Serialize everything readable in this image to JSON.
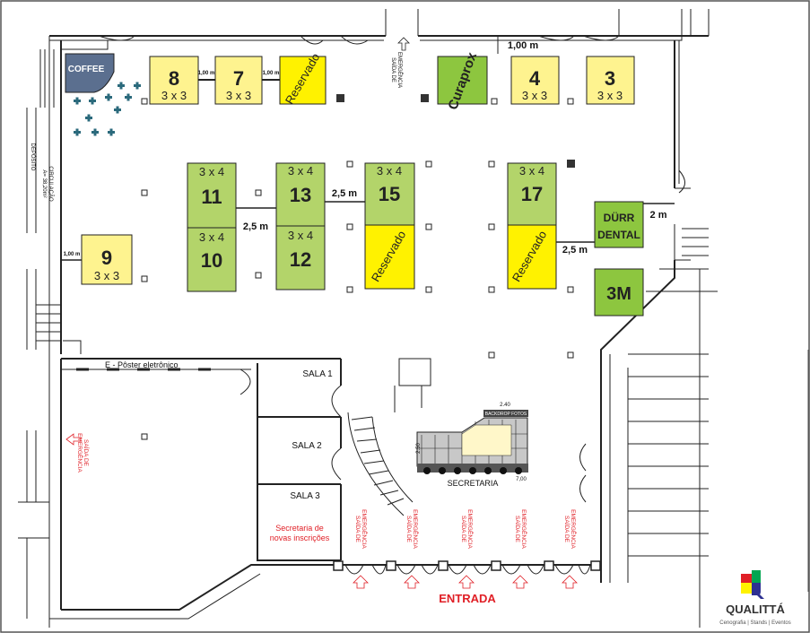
{
  "colors": {
    "yellow_light": "#fef38f",
    "yellow": "#fff200",
    "green_light": "#b3d46a",
    "green": "#8dc63f",
    "coffee": "#5b6f8f",
    "red": "#e01f26"
  },
  "booths": [
    {
      "id": "b8",
      "number": "8",
      "size": "3 x 3"
    },
    {
      "id": "b7",
      "number": "7",
      "size": "3 x 3"
    },
    {
      "id": "b4",
      "number": "4",
      "size": "3 x 3"
    },
    {
      "id": "b3",
      "number": "3",
      "size": "3 x 3"
    },
    {
      "id": "b9",
      "number": "9",
      "size": "3 x 3"
    },
    {
      "id": "b11",
      "number": "11",
      "size": "3 x 4"
    },
    {
      "id": "b10",
      "number": "10",
      "size": "3 x 4"
    },
    {
      "id": "b13",
      "number": "13",
      "size": "3 x 4"
    },
    {
      "id": "b12",
      "number": "12",
      "size": "3 x 4"
    },
    {
      "id": "b15",
      "number": "15",
      "size": "3 x 4"
    },
    {
      "id": "b17",
      "number": "17",
      "size": "3 x 4"
    }
  ],
  "named_booths": {
    "reservado": "Reservado",
    "curaprox": "Curaprox",
    "durr_line1": "DÜRR",
    "durr_line2": "DENTAL",
    "threem": "3M",
    "coffee": "COFFEE"
  },
  "dimensions": {
    "gap_100": "1,00 m",
    "gap_100_top": "1,00 m",
    "gap_25_a": "2,5 m",
    "gap_25_b": "2,5 m",
    "gap_25_c": "2,5 m",
    "gap_2": "2 m"
  },
  "rooms": {
    "sala1": "SALA 1",
    "sala2": "SALA 2",
    "sala3": "SALA 3",
    "secretaria": "SECRETARIA",
    "secretaria_inscricoes_1": "Secretaria de",
    "secretaria_inscricoes_2": "novas inscrições",
    "poster": "E - Pôster eletrônico",
    "entrada": "ENTRADA",
    "backdrop": "BACKDROP FOTOS"
  },
  "exits": {
    "top_line1": "SAÍDA DE",
    "top_line2": "EMERGÊNCIA",
    "side_line1": "SAÍDA DE",
    "side_line2": "EMERGÊNCIA",
    "bottom_line1": "SAÍDA DE",
    "bottom_line2": "EMERGÊNCIA"
  },
  "notes": {
    "circ1": "CIRCULAÇÃO",
    "circ2": "A= 38,20m²",
    "deposito": "DEPÓSITO",
    "n250": "2.50",
    "n700": "7,00",
    "n240": "2.40"
  },
  "brand": {
    "name": "QUALITTÁ",
    "tagline": "Cenografia | Stands | Eventos"
  }
}
